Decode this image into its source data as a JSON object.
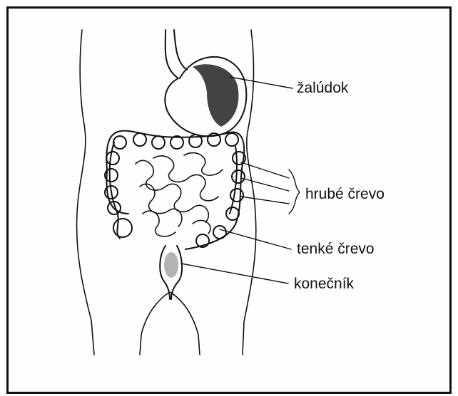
{
  "figure": {
    "labels": {
      "stomach": "žalúdok",
      "large_intestine": "hrubé črevo",
      "small_intestine": "tenké črevo",
      "rectum": "konečník"
    },
    "colors": {
      "ink": "#111111",
      "background": "#ffffff"
    }
  }
}
